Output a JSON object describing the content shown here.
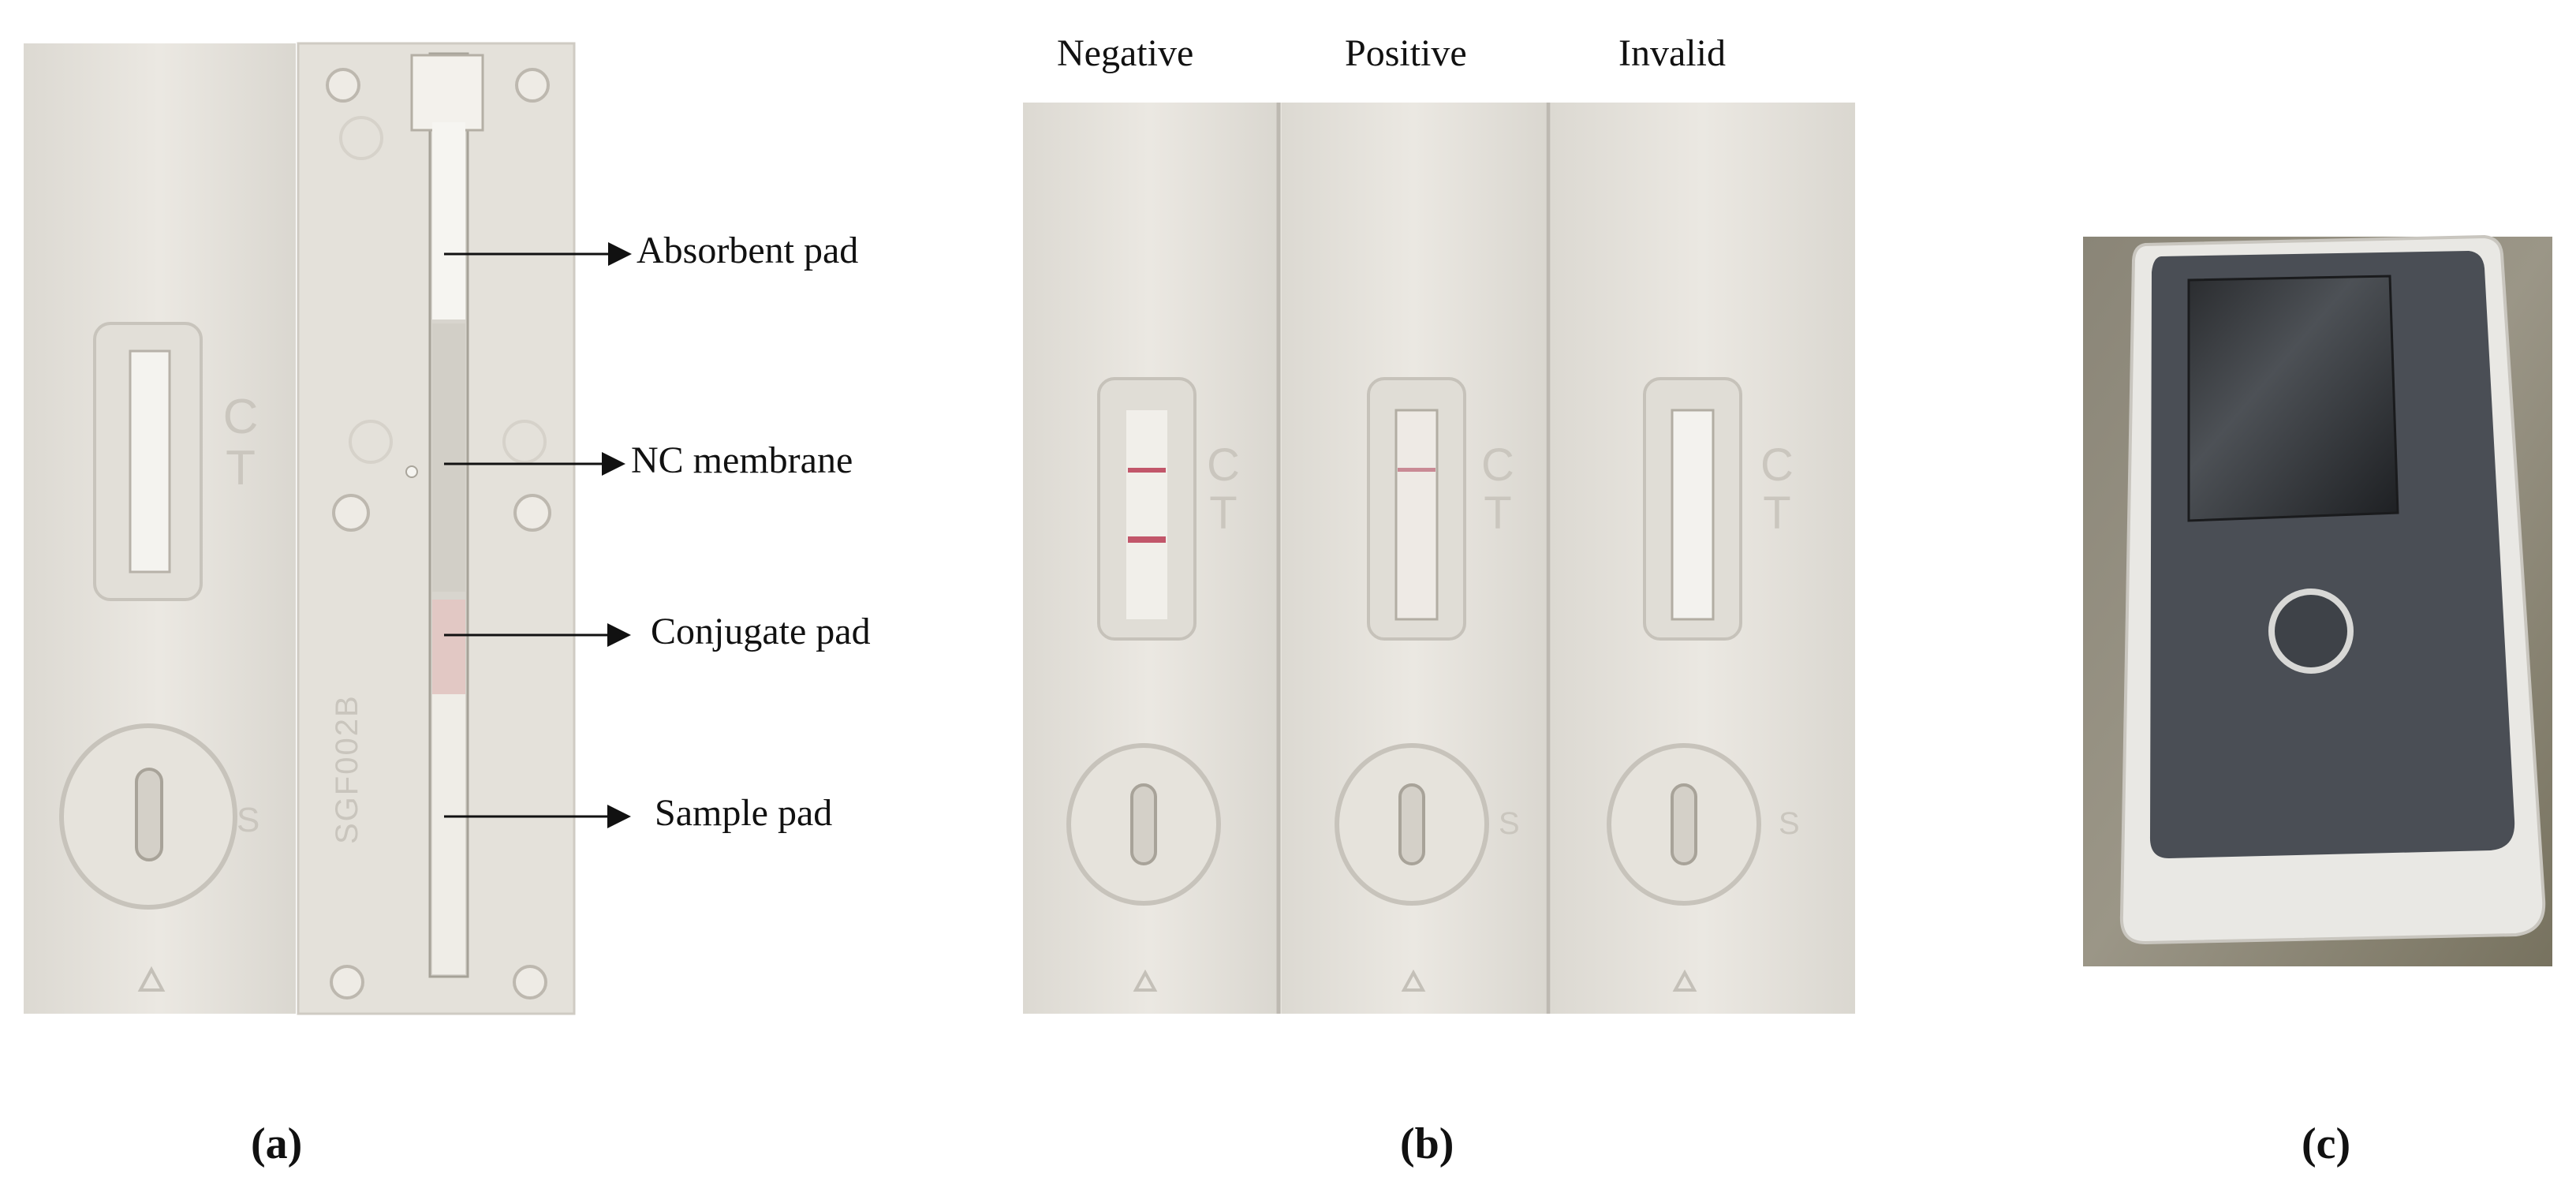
{
  "panel_a": {
    "letters": {
      "c": "C",
      "t": "T",
      "s": "S"
    },
    "strip_code": "SGF002B",
    "annotations": [
      "Absorbent pad",
      "NC membrane",
      "Conjugate pad",
      "Sample pad"
    ],
    "caption": "(a)"
  },
  "panel_b": {
    "results": [
      "Negative",
      "Positive",
      "Invalid"
    ],
    "letters": {
      "c": "C",
      "t": "T",
      "s": "S"
    },
    "caption": "(b)"
  },
  "panel_c": {
    "caption": "(c)"
  },
  "colors": {
    "cassette": "#e9e6df",
    "band": "#c2566a",
    "device_panel": "#4a4e55"
  }
}
